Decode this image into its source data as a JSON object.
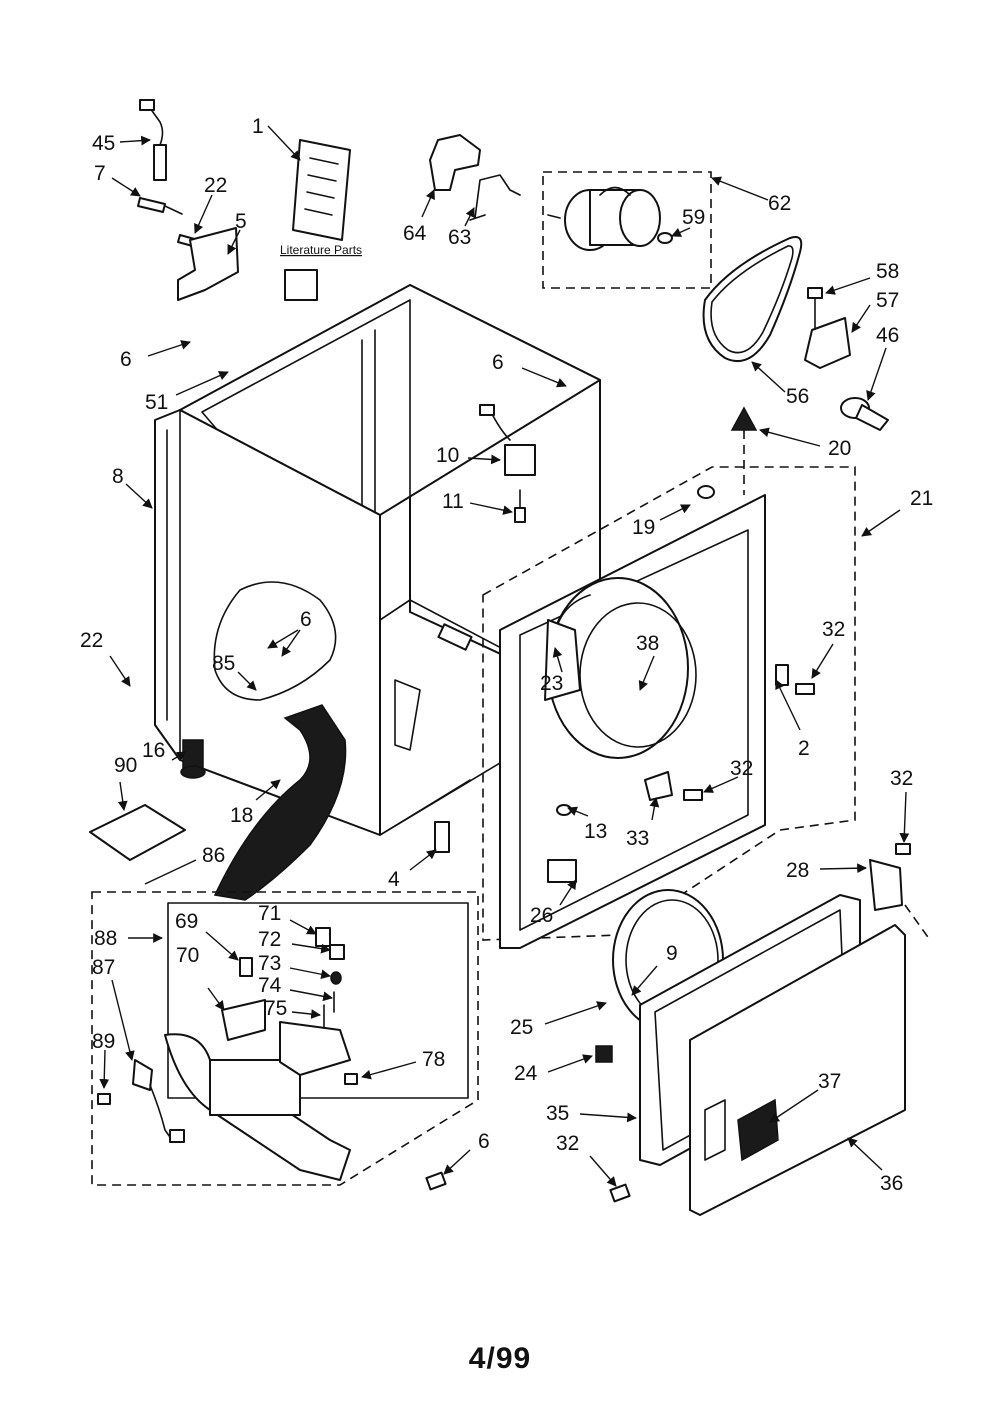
{
  "diagram": {
    "literature_label": "Literature Parts",
    "page_number": "4/99",
    "callouts": [
      {
        "id": "c1",
        "text": "1"
      },
      {
        "id": "c45",
        "text": "45"
      },
      {
        "id": "c7",
        "text": "7"
      },
      {
        "id": "c22a",
        "text": "22"
      },
      {
        "id": "c5",
        "text": "5"
      },
      {
        "id": "c64",
        "text": "64"
      },
      {
        "id": "c63",
        "text": "63"
      },
      {
        "id": "c62",
        "text": "62"
      },
      {
        "id": "c59",
        "text": "59"
      },
      {
        "id": "c58",
        "text": "58"
      },
      {
        "id": "c57",
        "text": "57"
      },
      {
        "id": "c46",
        "text": "46"
      },
      {
        "id": "c56",
        "text": "56"
      },
      {
        "id": "c6a",
        "text": "6"
      },
      {
        "id": "c51",
        "text": "51"
      },
      {
        "id": "c6b",
        "text": "6"
      },
      {
        "id": "c10",
        "text": "10"
      },
      {
        "id": "c11",
        "text": "11"
      },
      {
        "id": "c20",
        "text": "20"
      },
      {
        "id": "c19",
        "text": "19"
      },
      {
        "id": "c21",
        "text": "21"
      },
      {
        "id": "c8",
        "text": "8"
      },
      {
        "id": "c22b",
        "text": "22"
      },
      {
        "id": "c6c",
        "text": "6"
      },
      {
        "id": "c85",
        "text": "85"
      },
      {
        "id": "c38",
        "text": "38"
      },
      {
        "id": "c23",
        "text": "23"
      },
      {
        "id": "c32a",
        "text": "32"
      },
      {
        "id": "c2",
        "text": "2"
      },
      {
        "id": "c90",
        "text": "90"
      },
      {
        "id": "c16",
        "text": "16"
      },
      {
        "id": "c18",
        "text": "18"
      },
      {
        "id": "c32b",
        "text": "32"
      },
      {
        "id": "c13",
        "text": "13"
      },
      {
        "id": "c33",
        "text": "33"
      },
      {
        "id": "c32c",
        "text": "32"
      },
      {
        "id": "c86",
        "text": "86"
      },
      {
        "id": "c4",
        "text": "4"
      },
      {
        "id": "c28",
        "text": "28"
      },
      {
        "id": "c26",
        "text": "26"
      },
      {
        "id": "c88",
        "text": "88"
      },
      {
        "id": "c69",
        "text": "69"
      },
      {
        "id": "c71",
        "text": "71"
      },
      {
        "id": "c72",
        "text": "72"
      },
      {
        "id": "c70",
        "text": "70"
      },
      {
        "id": "c73",
        "text": "73"
      },
      {
        "id": "c74",
        "text": "74"
      },
      {
        "id": "c75",
        "text": "75"
      },
      {
        "id": "c87",
        "text": "87"
      },
      {
        "id": "c9",
        "text": "9"
      },
      {
        "id": "c25",
        "text": "25"
      },
      {
        "id": "c89",
        "text": "89"
      },
      {
        "id": "c78",
        "text": "78"
      },
      {
        "id": "c24",
        "text": "24"
      },
      {
        "id": "c37",
        "text": "37"
      },
      {
        "id": "c35",
        "text": "35"
      },
      {
        "id": "c6d",
        "text": "6"
      },
      {
        "id": "c32d",
        "text": "32"
      },
      {
        "id": "c36",
        "text": "36"
      }
    ]
  }
}
